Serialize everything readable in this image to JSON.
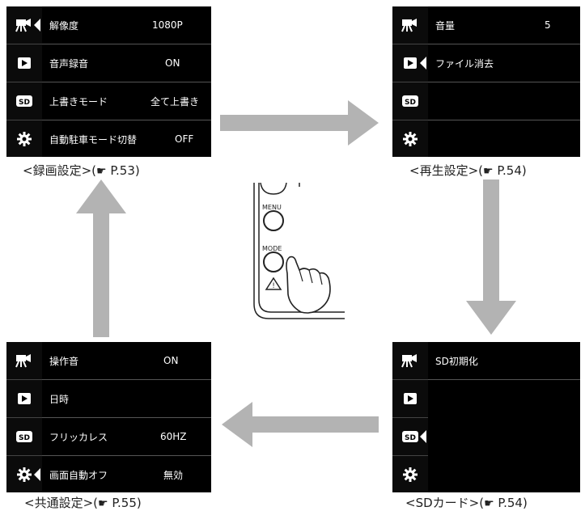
{
  "panels": {
    "recording": {
      "caption": "<録画設定>(",
      "ref_icon": "☛",
      "ref_page": " P.53)",
      "rows": [
        {
          "label": "解像度",
          "value": "1080P"
        },
        {
          "label": "音声録音",
          "value": "ON"
        },
        {
          "label": "上書きモード",
          "value": "全て上書き"
        },
        {
          "label": "自動駐車モード切替",
          "value": "OFF"
        }
      ]
    },
    "playback": {
      "caption": "<再生設定>(",
      "ref_icon": "☛",
      "ref_page": " P.54)",
      "rows": [
        {
          "label": "音量",
          "value": "5"
        },
        {
          "label": "ファイル消去",
          "value": ""
        },
        {
          "label": "",
          "value": ""
        },
        {
          "label": "",
          "value": ""
        }
      ]
    },
    "sdcard": {
      "caption": "<SDカード>(",
      "ref_icon": "☛",
      "ref_page": " P.54)",
      "rows": [
        {
          "label": "SD初期化",
          "value": ""
        },
        {
          "label": "",
          "value": ""
        },
        {
          "label": "",
          "value": ""
        },
        {
          "label": "",
          "value": ""
        }
      ]
    },
    "common": {
      "caption": "<共通設定>(",
      "ref_icon": "☛",
      "ref_page": " P.55)",
      "rows": [
        {
          "label": "操作音",
          "value": "ON"
        },
        {
          "label": "日時",
          "value": ""
        },
        {
          "label": "フリッカレス",
          "value": "60HZ"
        },
        {
          "label": "画面自動オフ",
          "value": "無効"
        }
      ]
    }
  },
  "device": {
    "menu_label": "MENU",
    "mode_label": "MODE"
  },
  "sidebar_icons": [
    "video-camera-icon",
    "play-icon",
    "sd-card-icon",
    "gear-icon"
  ],
  "colors": {
    "panel_bg": "#000000",
    "text": "#ffffff",
    "flow_arrow": "#b3b3b3"
  }
}
